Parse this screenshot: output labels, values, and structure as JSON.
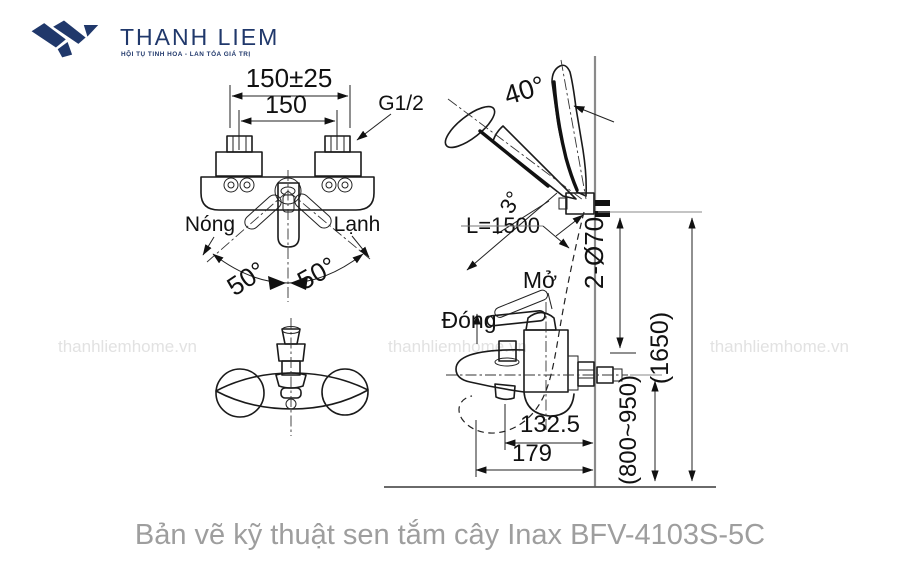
{
  "brand": {
    "name": "THANH LIEM",
    "tagline": "HỘI TỤ TINH HOA - LAN TỎA GIÁ TRỊ",
    "color": "#20386b"
  },
  "watermark": {
    "text": "thanhliemhome.vn"
  },
  "caption": {
    "text": "Bản vẽ kỹ thuật sen tắm cây Inax BFV-4103S-5C"
  },
  "front_view": {
    "dim_tolerance": "150±25",
    "dim_nominal": "150",
    "thread_size": "G1/2",
    "hot_label": "Nóng",
    "cold_label": "Lạnh",
    "angle_left": "50°",
    "angle_right": "50°"
  },
  "side_view": {
    "head_angle": "40°",
    "spout_angle": "3°",
    "hose_length": "L=1500",
    "open_label": "Mở",
    "close_label": "Đóng",
    "escutcheons": "2-Ø70",
    "install_height": "(800~950)",
    "total_height": "(1650)",
    "dim_spout": "132.5",
    "dim_reach": "179"
  },
  "colors": {
    "brand_navy": "#20386b",
    "line_black": "#1a1a1a",
    "wall_gray": "#8a8a8a",
    "caption_gray": "#9e9e9e",
    "watermark_gray": "#e2e2e2"
  }
}
